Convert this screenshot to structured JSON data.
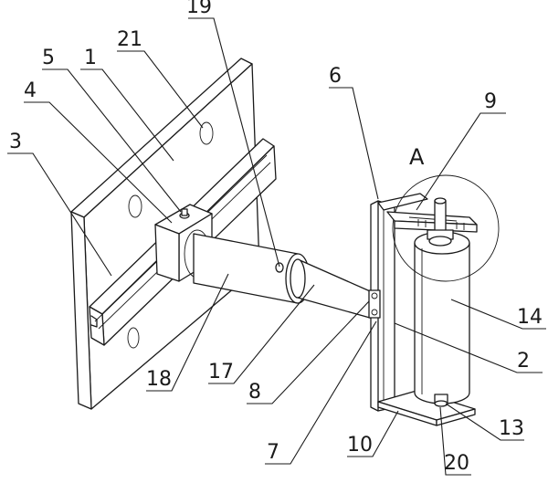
{
  "labels": {
    "l1": "1",
    "l2": "2",
    "l3": "3",
    "l4": "4",
    "l5": "5",
    "l6": "6",
    "l7": "7",
    "l8": "8",
    "l9": "9",
    "l10": "10",
    "l13": "13",
    "l14": "14",
    "l17": "17",
    "l18": "18",
    "l19": "19",
    "l20": "20",
    "l21": "21",
    "detail": "A"
  }
}
